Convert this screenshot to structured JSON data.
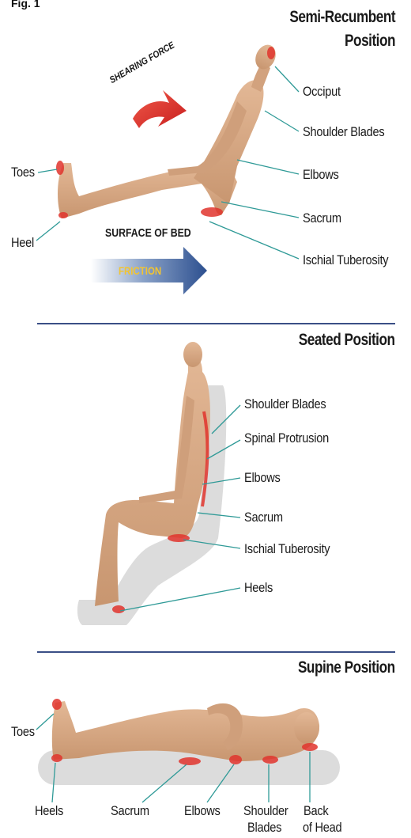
{
  "figure_label": "Fig. 1",
  "colors": {
    "divider": "#3a4f86",
    "leader_line": "#2f9a97",
    "skin": "#d9ab87",
    "pressure": "#e0342d",
    "surface": "#dcdcdc"
  },
  "semi_recumbent": {
    "title_line1": "Semi-Recumbent",
    "title_line2": "Position",
    "shearing_force": "SHEARING FORCE",
    "surface_of_bed": "SURFACE OF BED",
    "friction": "FRICTION",
    "labels": {
      "toes": "Toes",
      "heel": "Heel",
      "occiput": "Occiput",
      "shoulder_blades": "Shoulder Blades",
      "elbows": "Elbows",
      "sacrum": "Sacrum",
      "ischial_tuberosity": "Ischial Tuberosity"
    }
  },
  "seated": {
    "title": "Seated Position",
    "labels": {
      "shoulder_blades": "Shoulder Blades",
      "spinal_protrusion": "Spinal Protrusion",
      "elbows": "Elbows",
      "sacrum": "Sacrum",
      "ischial_tuberosity": "Ischial Tuberosity",
      "heels": "Heels"
    }
  },
  "supine": {
    "title": "Supine Position",
    "labels": {
      "toes": "Toes",
      "heels": "Heels",
      "sacrum": "Sacrum",
      "elbows": "Elbows",
      "shoulder_blades_1": "Shoulder",
      "shoulder_blades_2": "Blades",
      "back_of_head_1": "Back",
      "back_of_head_2": "of Head"
    }
  }
}
